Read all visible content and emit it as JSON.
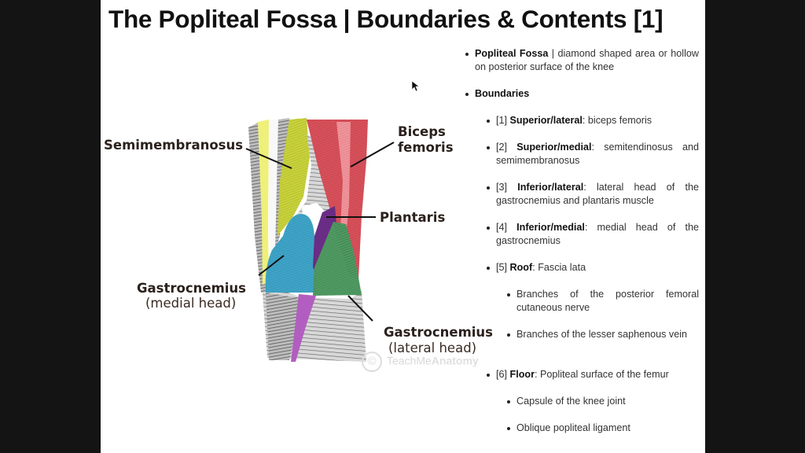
{
  "slide": {
    "title": "The Popliteal Fossa | Boundaries & Contents [1]",
    "illustration": {
      "labels": {
        "semimembranosus": "Semimembranosus",
        "biceps_line1": "Biceps",
        "biceps_line2": "femoris",
        "plantaris": "Plantaris",
        "gastro_medial": "Gastrocnemius",
        "gastro_medial_sub": "(medial head)",
        "gastro_lateral": "Gastrocnemius",
        "gastro_lateral_sub": "(lateral head)"
      },
      "watermark": {
        "symbol": "©",
        "prefix": "TeachMe",
        "suffix": "Anatomy"
      },
      "colors": {
        "semimembranosus": "#c8d23a",
        "semitendinosus": "#eef07a",
        "biceps": "#d8505a",
        "biceps_light": "#f2939a",
        "plantaris": "#6a2d86",
        "plantaris_tendon": "#b25ec0",
        "gastro_medial": "#3ea4c8",
        "gastro_lateral": "#4f9a62"
      }
    },
    "notes": [
      {
        "level": 1,
        "bold": "Popliteal Fossa",
        "text": " | diamond shaped area or hollow on posterior surface of the knee"
      },
      {
        "level": 1,
        "bold": "Boundaries",
        "text": ""
      },
      {
        "level": 2,
        "prefix": "[1] ",
        "bold": "Superior/lateral",
        "text": ": biceps femoris"
      },
      {
        "level": 2,
        "prefix": "[2] ",
        "bold": "Superior/medial",
        "text": ": semitendinosus and semimembranosus"
      },
      {
        "level": 2,
        "prefix": "[3] ",
        "bold": "Inferior/lateral",
        "text": ": lateral head of the gastrocnemius and plantaris muscle"
      },
      {
        "level": 2,
        "prefix": "[4] ",
        "bold": "Inferior/medial",
        "text": ": medial head of the gastrocnemius"
      },
      {
        "level": 2,
        "prefix": "[5] ",
        "bold": "Roof",
        "text": ": Fascia lata"
      },
      {
        "level": 3,
        "text": "Branches of the posterior femoral cutaneous nerve"
      },
      {
        "level": 3,
        "text": "Branches of the lesser saphenous vein"
      },
      {
        "level": 2,
        "prefix": "[6] ",
        "bold": "Floor",
        "text": ": Popliteal surface of the femur"
      },
      {
        "level": 3,
        "text": "Capsule of the knee joint"
      },
      {
        "level": 3,
        "text": "Oblique popliteal ligament"
      }
    ]
  }
}
